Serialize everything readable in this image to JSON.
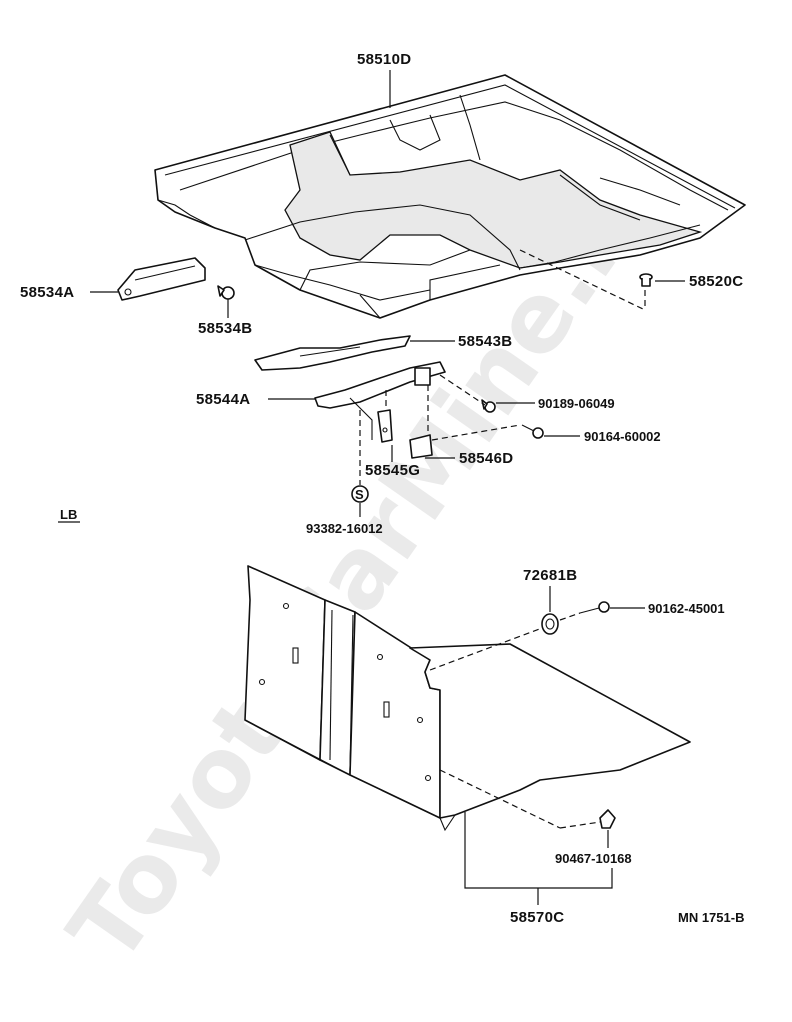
{
  "section_label": "LB",
  "figure_code": "MN 1751-B",
  "watermark": "ToyotaCarMine.ru",
  "seal_symbol": "S",
  "parts": {
    "p58510D": "58510D",
    "p58520C": "58520C",
    "p58534A": "58534A",
    "p58534B": "58534B",
    "p58543B": "58543B",
    "p58544A": "58544A",
    "p90189": "90189-06049",
    "p90164": "90164-60002",
    "p58545G": "58545G",
    "p58546D": "58546D",
    "p93382": "93382-16012",
    "p72681B": "72681B",
    "p90162": "90162-45001",
    "p90467": "90467-10168",
    "p58570C": "58570C"
  }
}
